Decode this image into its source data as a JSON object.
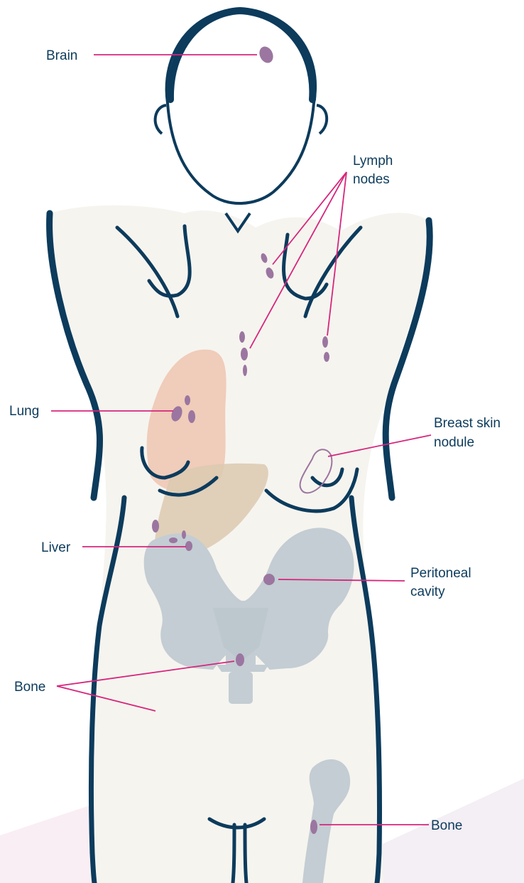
{
  "colors": {
    "outline": "#0c3b5c",
    "body_fill": "#f6f4ef",
    "brain": "#f2d3d5",
    "lung": "#f0c8b4",
    "liver": "#dcc9b0",
    "bone": "#c3cdd3",
    "lesion": "#9b76a0",
    "leader": "#d6267d",
    "label": "#0c3b5c",
    "background_accent": "#f6eef3"
  },
  "labels": {
    "brain": "Brain",
    "lymph_line1": "Lymph",
    "lymph_line2": "nodes",
    "lung": "Lung",
    "breast_line1": "Breast skin",
    "breast_line2": "nodule",
    "liver": "Liver",
    "peritoneal_line1": "Peritoneal",
    "peritoneal_line2": "cavity",
    "bone_left": "Bone",
    "bone_right": "Bone"
  }
}
